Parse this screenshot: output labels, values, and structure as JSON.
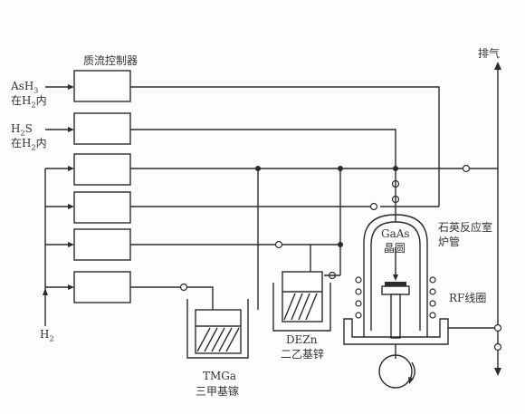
{
  "labels": {
    "mfc_title": "质流控制器",
    "exhaust": "排气",
    "ash3_line1": "AsH",
    "ash3_sub": "3",
    "ash3_line2a": "在H",
    "ash3_line2sub": "2",
    "ash3_line2b": "内",
    "h2s_line1a": "H",
    "h2s_line1sub": "2",
    "h2s_line1b": "S",
    "h2s_line2a": "在H",
    "h2s_line2sub": "2",
    "h2s_line2b": "内",
    "h2_a": "H",
    "h2_sub": "2",
    "gaas_line1": "GaAs",
    "gaas_line2": "晶圆",
    "reactor_line1": "石英反应室",
    "reactor_line2": "炉管",
    "rf": "RF线圈",
    "dezn_line1": "DEZn",
    "dezn_line2": "二乙基锌",
    "tmga_line1": "TMGa",
    "tmga_line2": "三甲基镓"
  }
}
